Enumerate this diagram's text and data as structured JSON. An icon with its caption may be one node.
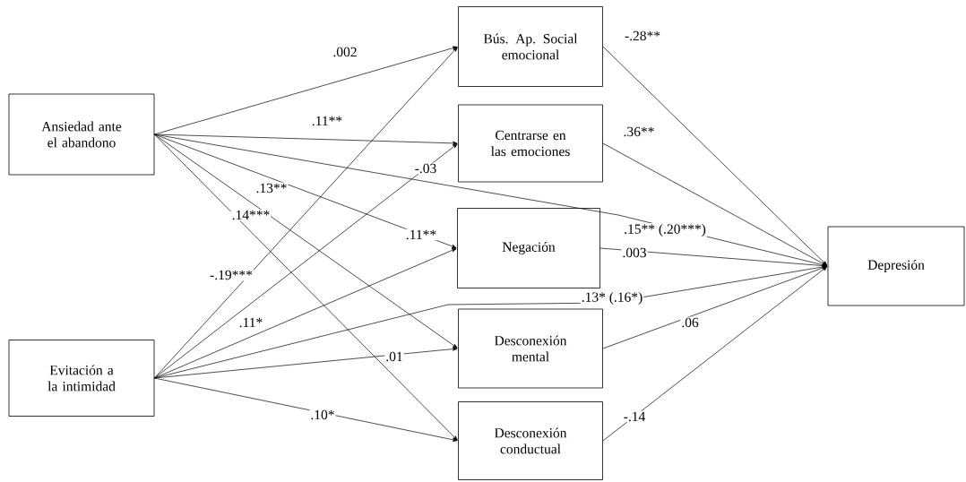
{
  "diagram": {
    "nodes": [
      {
        "text": [
          "Ansiedad ante el abandono"
        ]
      },
      {
        "text": [
          "Evitación a la intimidad"
        ]
      },
      {
        "text": [
          "Bús. Ap. Social emocional"
        ]
      },
      {
        "text": [
          "Centrarse en las emociones"
        ]
      },
      {
        "text": [
          "Negación"
        ]
      },
      {
        "text": [
          "Desconexión mental"
        ]
      },
      {
        "text": [
          "Desconexión conductual"
        ]
      },
      {
        "text": [
          "Depresión"
        ]
      }
    ],
    "edges": [
      {
        "from": 0,
        "to": 2,
        "arrow": "to",
        "label": ".002"
      },
      {
        "from": 0,
        "to": 3,
        "arrow": "to",
        "label": ".11**"
      },
      {
        "from": 0,
        "to": 4,
        "arrow": "to",
        "label": ".11**"
      },
      {
        "from": 0,
        "to": 5,
        "arrow": "to",
        "label": ".13**"
      },
      {
        "from": 0,
        "to": 6,
        "arrow": "to",
        "label": ".14***"
      },
      {
        "from": 0,
        "to": 7,
        "arrow": "to",
        "label": ".15** (.20***)"
      },
      {
        "from": 1,
        "to": 2,
        "arrow": "to",
        "label": "-.19***"
      },
      {
        "from": 1,
        "to": 3,
        "arrow": "to",
        "label": "-.03"
      },
      {
        "from": 1,
        "to": 4,
        "arrow": "to",
        "label": ".11*"
      },
      {
        "from": 1,
        "to": 5,
        "arrow": "to",
        "label": ".01"
      },
      {
        "from": 1,
        "to": 6,
        "arrow": "to",
        "label": ".10*"
      },
      {
        "from": 1,
        "to": 7,
        "arrow": "to",
        "label": ".13* (.16*)"
      },
      {
        "from": 2,
        "to": 7,
        "arrow": "to",
        "label": "-.28**"
      },
      {
        "from": 3,
        "to": 7,
        "arrow": "to",
        "label": ".36**"
      },
      {
        "from": 4,
        "to": 7,
        "arrow": "to",
        "label": ".003"
      },
      {
        "from": 5,
        "to": 7,
        "arrow": "to",
        "label": ".06"
      },
      {
        "from": 6,
        "to": 7,
        "arrow": "to",
        "label": "-.14"
      }
    ]
  }
}
